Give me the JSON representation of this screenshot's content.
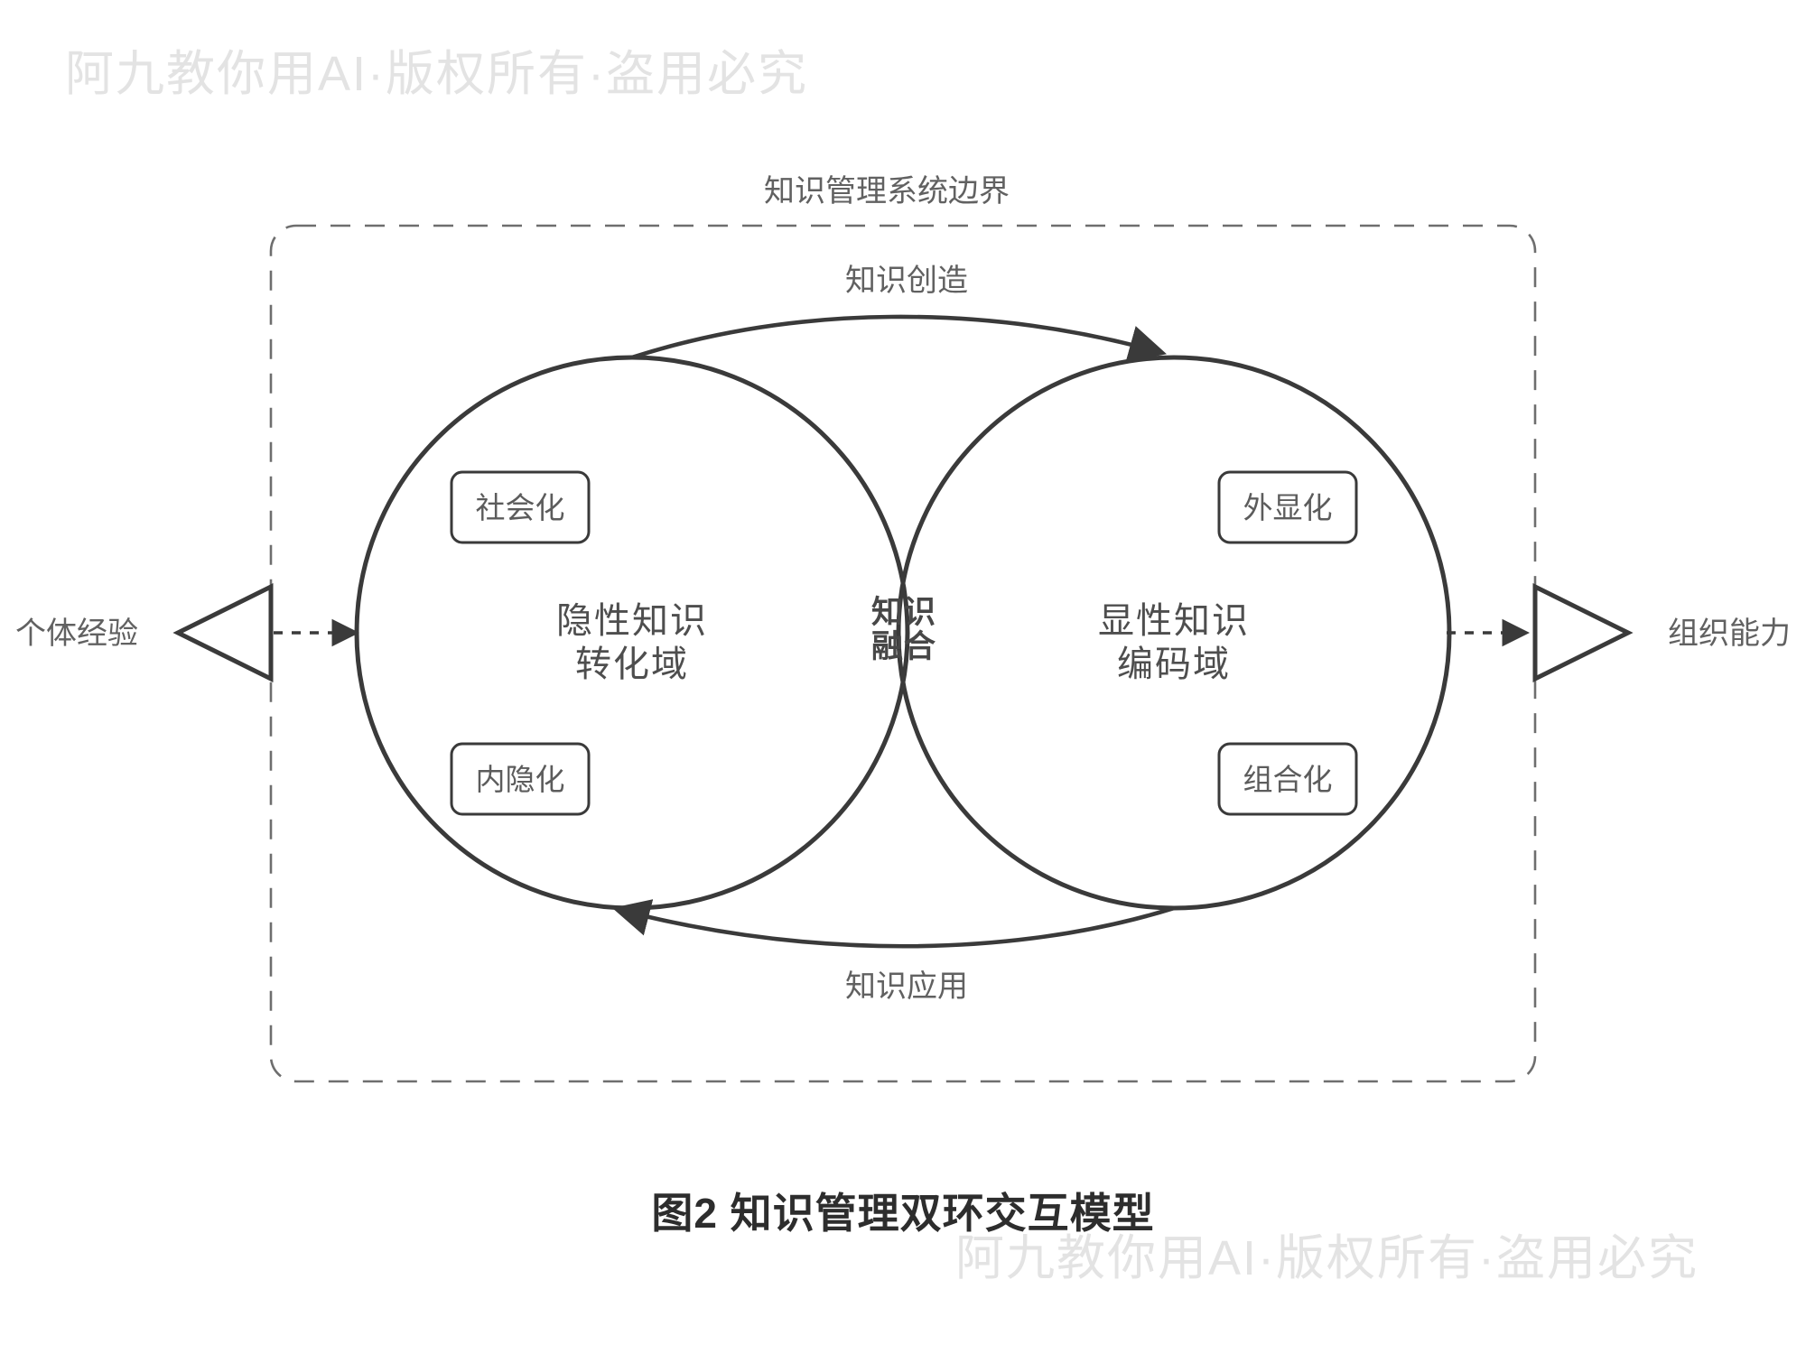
{
  "watermarks": {
    "top": "阿九教你用AI·版权所有·盗用必究",
    "bottom": "阿九教你用AI·版权所有·盗用必究"
  },
  "boundary": {
    "label": "知识管理系统边界"
  },
  "flows": {
    "top_label": "知识创造",
    "bottom_label": "知识应用"
  },
  "tacit_domain": {
    "title_line1": "隐性知识",
    "title_line2": "转化域",
    "top_box": "社会化",
    "bottom_box": "内隐化"
  },
  "explicit_domain": {
    "title_line1": "显性知识",
    "title_line2": "编码域",
    "top_box": "外显化",
    "bottom_box": "组合化"
  },
  "fusion": {
    "line1": "知识",
    "line2": "融合"
  },
  "io": {
    "input_label": "个体经验",
    "output_label": "组织能力"
  },
  "caption": "图2 知识管理双环交互模型",
  "colors": {
    "line": "#3a3a3a",
    "boundary_dash": "#6e6e6e",
    "label_text": "#616161",
    "title_text": "#4e4e4e",
    "caption_text": "#2d2d2d",
    "watermark": "#e3e3e3",
    "background": "#ffffff"
  }
}
